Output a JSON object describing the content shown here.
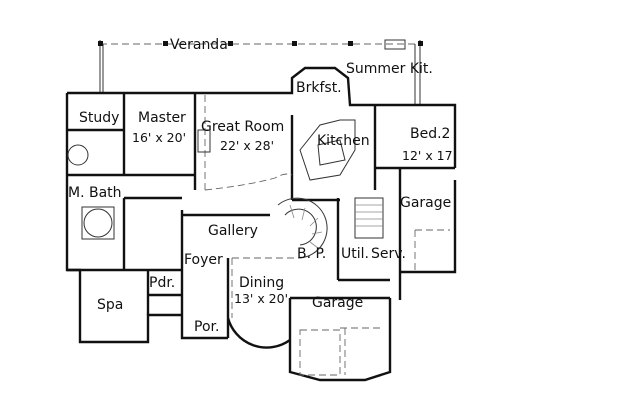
{
  "plan": {
    "rooms": [
      {
        "id": "veranda",
        "name": "Veranda",
        "dims": null
      },
      {
        "id": "summer-kitchen",
        "name": "Summer Kit.",
        "dims": null
      },
      {
        "id": "breakfast",
        "name": "Brkfst.",
        "dims": null
      },
      {
        "id": "study",
        "name": "Study",
        "dims": null
      },
      {
        "id": "master",
        "name": "Master",
        "dims": "16' x 20'"
      },
      {
        "id": "great-room",
        "name": "Great Room",
        "dims": "22' x 28'"
      },
      {
        "id": "kitchen",
        "name": "Kitchen",
        "dims": null
      },
      {
        "id": "bed2",
        "name": "Bed.2",
        "dims": "12' x 17"
      },
      {
        "id": "master-bath",
        "name": "M. Bath",
        "dims": null
      },
      {
        "id": "garage-east",
        "name": "Garage",
        "dims": null
      },
      {
        "id": "gallery",
        "name": "Gallery",
        "dims": null
      },
      {
        "id": "foyer",
        "name": "Foyer",
        "dims": null
      },
      {
        "id": "butler-pantry",
        "name": "B. P.",
        "dims": null
      },
      {
        "id": "utility",
        "name": "Util.",
        "dims": null
      },
      {
        "id": "service",
        "name": "Serv.",
        "dims": null
      },
      {
        "id": "powder",
        "name": "Pdr.",
        "dims": null
      },
      {
        "id": "dining",
        "name": "Dining",
        "dims": "13' x 20'"
      },
      {
        "id": "spa",
        "name": "Spa",
        "dims": null
      },
      {
        "id": "garage-south",
        "name": "Garage",
        "dims": null
      },
      {
        "id": "porch",
        "name": "Por.",
        "dims": null
      }
    ]
  }
}
